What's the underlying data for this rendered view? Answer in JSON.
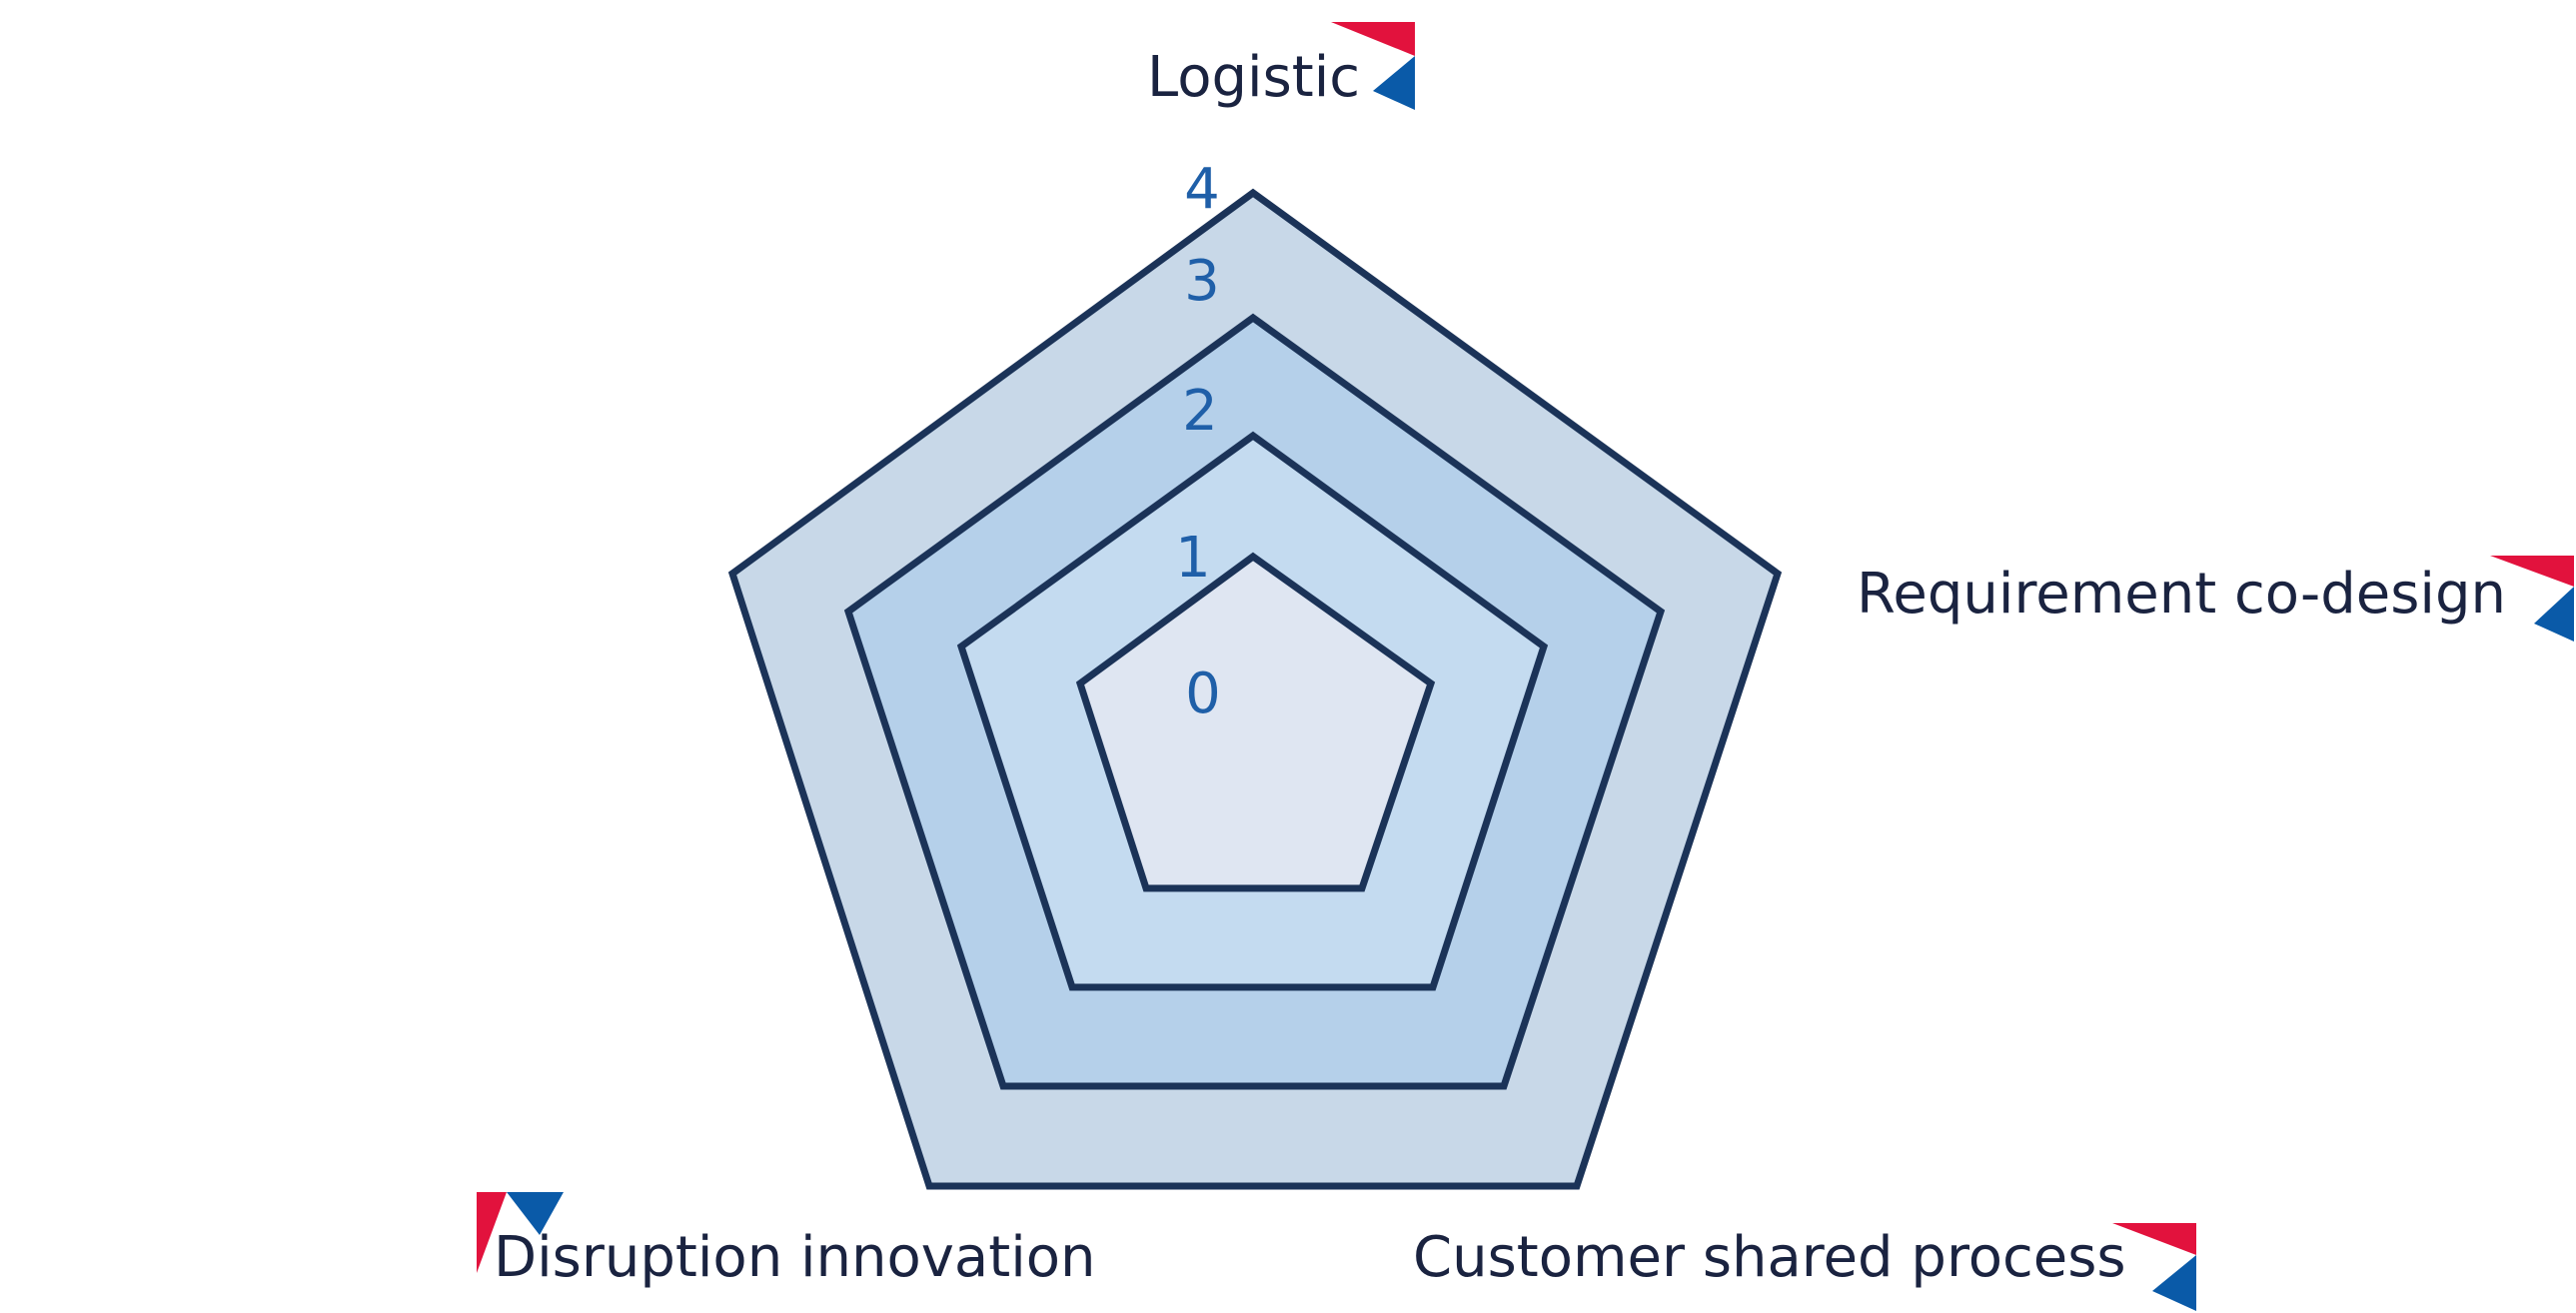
{
  "axes": [
    {
      "label": "Logistic"
    },
    {
      "label": "Requirement co-design"
    },
    {
      "label": "Customer shared process"
    },
    {
      "label": "Disruption innovation"
    }
  ],
  "ring_levels": [
    {
      "label": "4",
      "value": 4,
      "fill": "#c8d8e8"
    },
    {
      "label": "3",
      "value": 3,
      "fill": "#b5d0ea"
    },
    {
      "label": "2",
      "value": 2,
      "fill": "#c4dbf0"
    },
    {
      "label": "1",
      "value": 1,
      "fill": "#dfe6f2"
    }
  ],
  "center_label": "0",
  "colors": {
    "outline": "#1b3358",
    "axis_text": "#1a2340",
    "ring_text": "#1f5fa8",
    "marker_red": "#e2123d",
    "marker_blue": "#0a5aa8"
  },
  "marker_icon": "red-blue-arrow-flag-icon"
}
